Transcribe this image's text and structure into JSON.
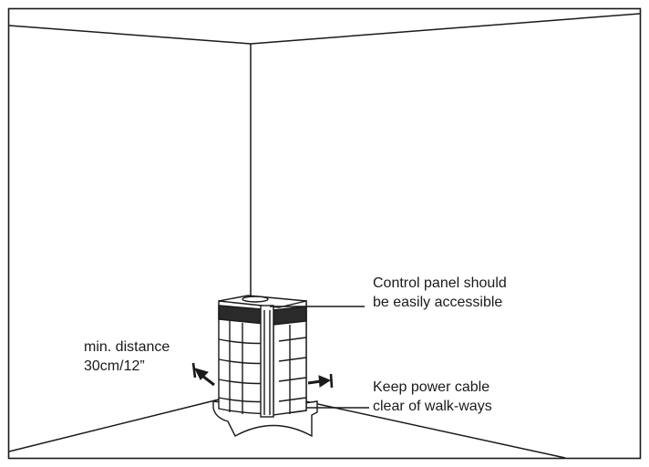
{
  "annotations": {
    "control_panel": {
      "line1": "Control panel should",
      "line2": "be easily accessible"
    },
    "min_distance": {
      "line1": "min. distance",
      "line2": "30cm/12”"
    },
    "power_cable": {
      "line1": "Keep power cable",
      "line2": "clear of walk-ways"
    }
  },
  "colors": {
    "line": "#1a1a1a",
    "device_dark": "#2a2a2a",
    "background": "#ffffff"
  }
}
